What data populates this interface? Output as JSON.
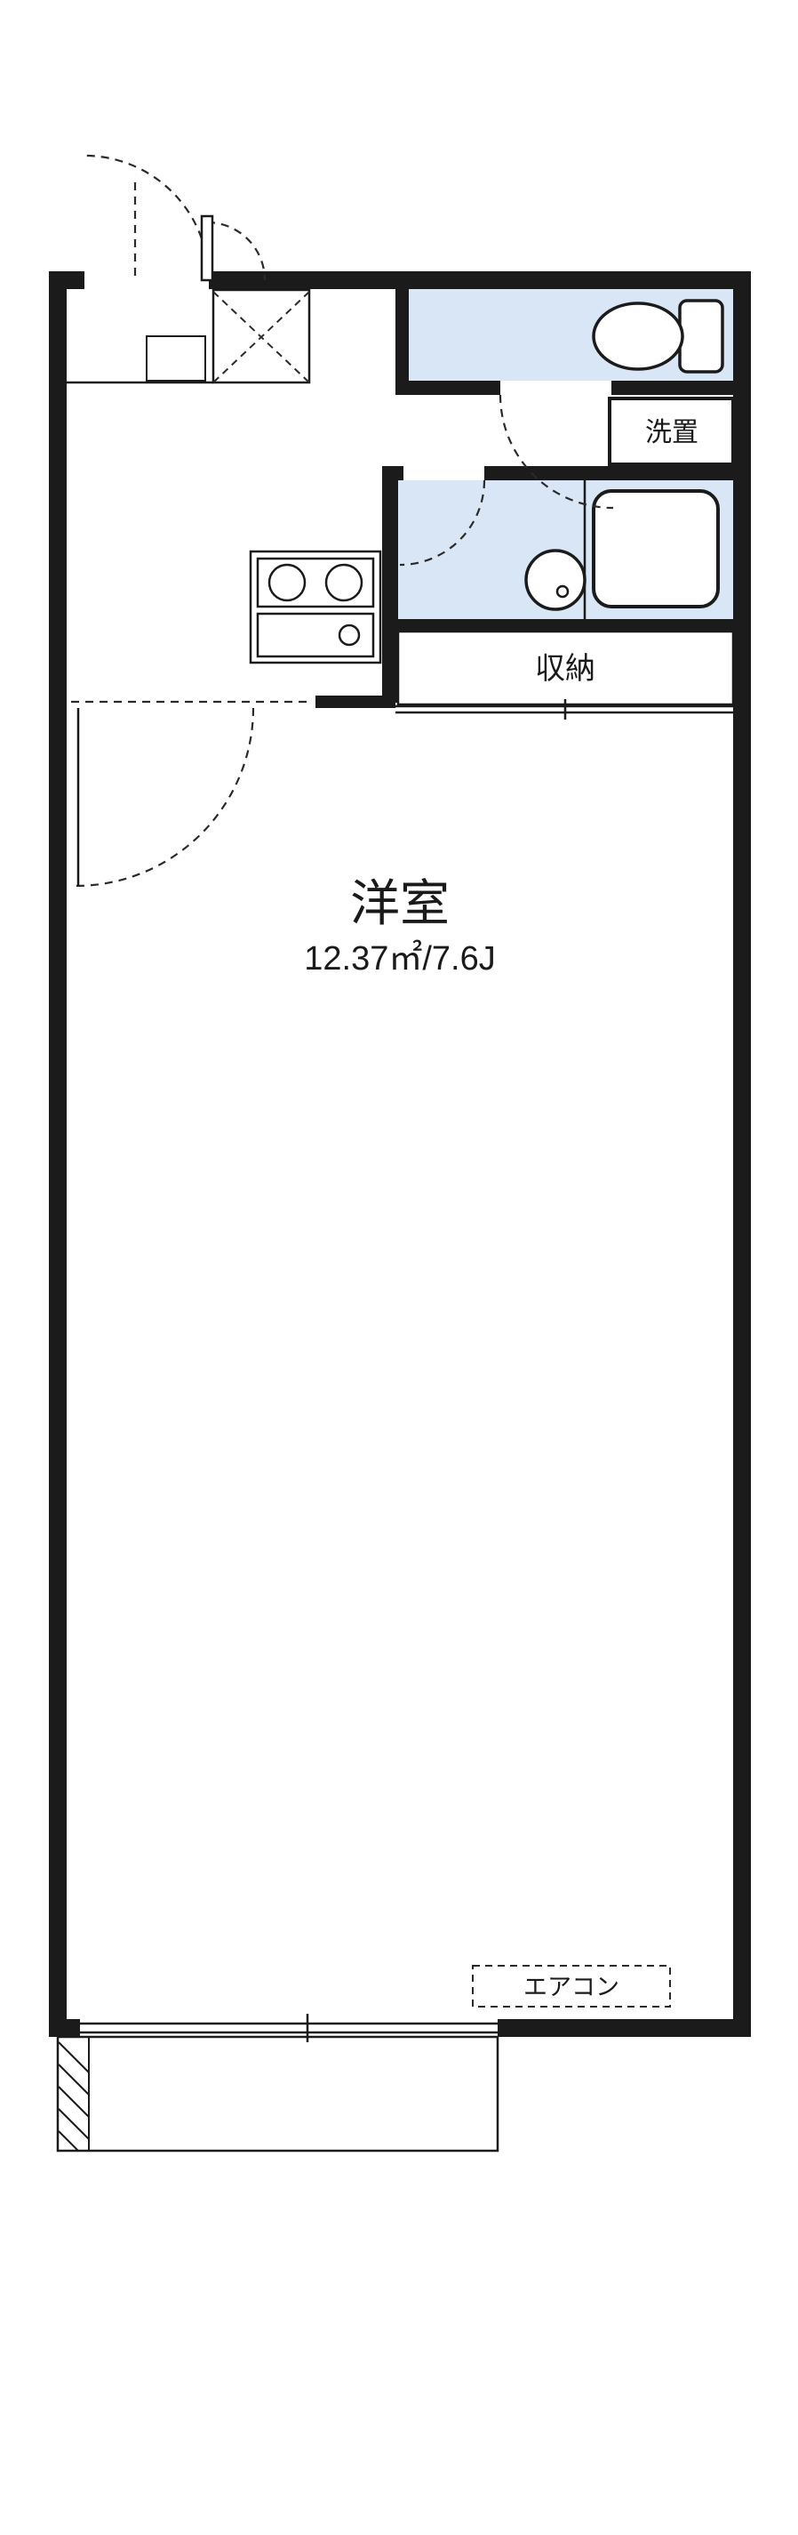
{
  "colors": {
    "wall": "#1b1b1b",
    "wet_floor": "#d9e6f5",
    "storage_floor": "#f6ecd2",
    "kitchen_counter": "#edf3fb",
    "background": "#ffffff"
  },
  "labels": {
    "main_room_name": "洋室",
    "main_room_area": "12.37㎡/7.6J",
    "washer_space": "洗置",
    "storage": "収納",
    "air_conditioner": "エアコン"
  }
}
